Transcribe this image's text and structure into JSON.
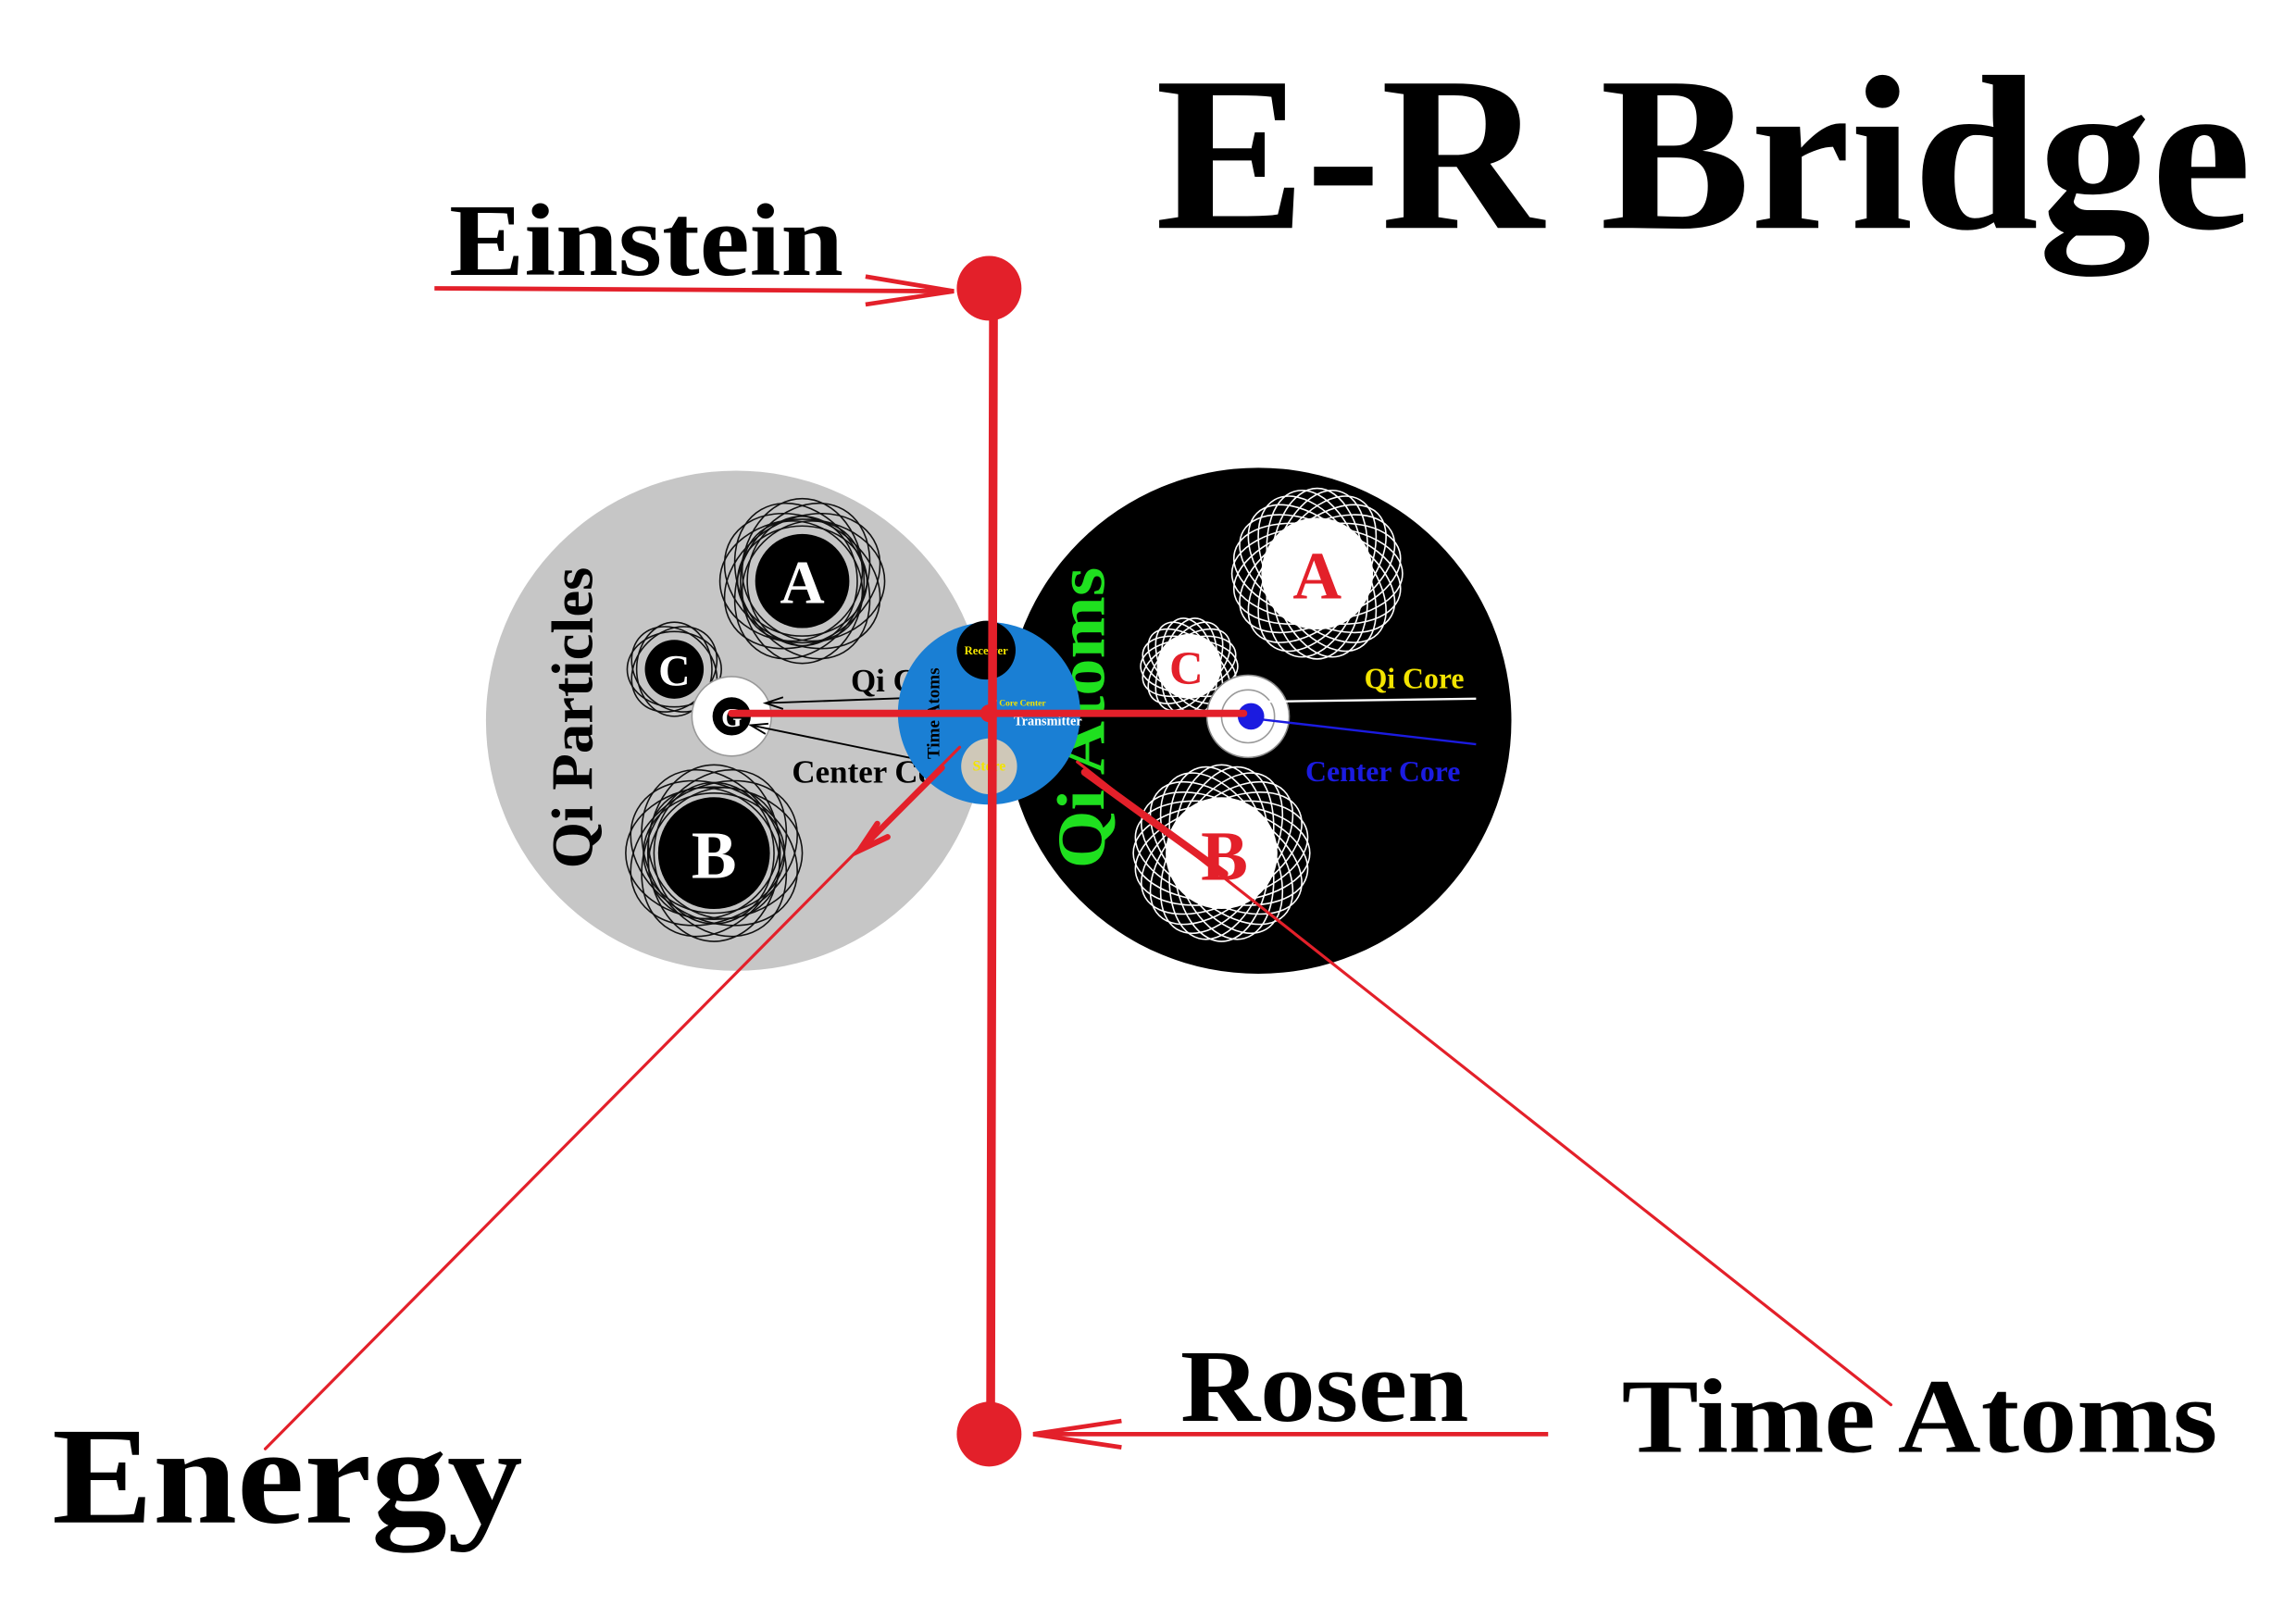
{
  "title": "E-R Bridge",
  "labels": {
    "einstein": "Einstein",
    "rosen": "Rosen",
    "time_atoms": "Time Atoms",
    "energy": "Energy"
  },
  "qi_particles": {
    "label": "Qi Particles",
    "a": "A",
    "b": "B",
    "c": "C",
    "g": "G",
    "qi_core": "Qi C",
    "center_core": "Center Co"
  },
  "qi_atoms": {
    "label": "Qi Atoms",
    "a": "A",
    "b": "B",
    "c": "C",
    "qi_core": "Qi Core",
    "center_core": "Center Core"
  },
  "time_atoms_core": {
    "label": "Time Atoms",
    "receiver": "Receiver",
    "core_center": "T Core Center",
    "transmitter": "Transmitter",
    "store": "Store"
  },
  "colors": {
    "red": "#e3202a",
    "blue_core": "#1a7fd4",
    "green": "#1fe01f",
    "yellow": "#f3e400",
    "gray_circle": "#c6c6c6",
    "center_core_blue": "#1b1be0"
  }
}
